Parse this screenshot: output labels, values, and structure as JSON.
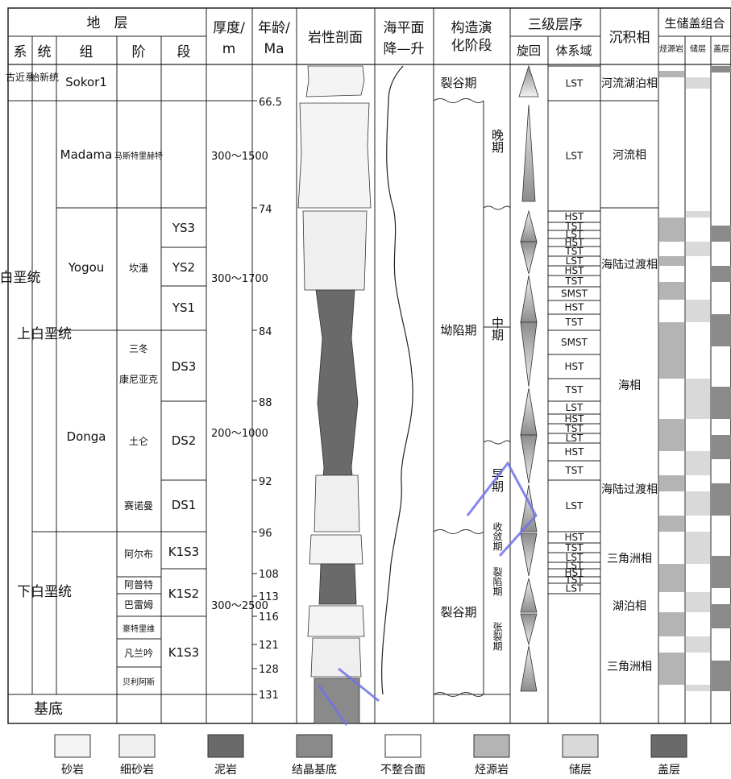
{
  "headers": {
    "strata": "地　层",
    "system": "系",
    "series": "统",
    "formation": "组",
    "stage": "阶",
    "member": "段",
    "thickness_line1": "厚度/",
    "thickness_line2": "m",
    "age_line1": "年龄/",
    "age_line2": "Ma",
    "lithology": "岩性剖面",
    "sea_level_line1": "海平面",
    "sea_level_line2": "降—升",
    "tectonic_line1": "构造演",
    "tectonic_line2": "化阶段",
    "sequence": "三级层序",
    "cycle": "旋回",
    "systems_tract": "体系域",
    "facies": "沉积相",
    "srs": "生储盖组合",
    "srs_source": "烃源岩",
    "srs_reservoir": "储层",
    "srs_seal": "盖层"
  },
  "systems": [
    "古近系",
    "白垩统"
  ],
  "series": [
    "始新统",
    "上白垩统",
    "下白垩统"
  ],
  "basement": "基底",
  "formations": [
    "Sokor1",
    "Madama",
    "Yogou",
    "Donga"
  ],
  "stages": [
    "马斯特里赫特",
    "坎潘",
    "三冬",
    "康尼亚克",
    "土仑",
    "赛诺曼",
    "阿尔布",
    "阿普特",
    "巴雷姆",
    "豪特里维",
    "凡兰吟",
    "贝利阿斯"
  ],
  "members": [
    "YS3",
    "YS2",
    "YS1",
    "DS3",
    "DS2",
    "DS1",
    "K1S3",
    "K1S2",
    "K1S3"
  ],
  "thickness": [
    "300～1500",
    "300～1700",
    "200～1000",
    "300～2500"
  ],
  "ages": [
    "66.5",
    "74",
    "84",
    "88",
    "92",
    "96",
    "108",
    "113",
    "116",
    "121",
    "128",
    "131"
  ],
  "tectonic_stages": [
    "裂谷期",
    "坳陷期",
    "裂谷期"
  ],
  "sub_stages": [
    "晚期",
    "中期",
    "早期",
    "收敛期",
    "裂陷期",
    "张裂期"
  ],
  "systems_tracts": [
    "LST",
    "LST",
    "HST",
    "TST",
    "LST",
    "HST",
    "TST",
    "LST",
    "HST",
    "TST",
    "SMST",
    "HST",
    "TST",
    "SMST",
    "HST",
    "TST",
    "LST",
    "HST",
    "TST",
    "LST",
    "HST",
    "TST",
    "LST",
    "HST",
    "TST",
    "LST",
    "LST",
    "HST",
    "TST",
    "LST"
  ],
  "facies": [
    "河流湖泊相",
    "河流相",
    "海陆过渡相",
    "海相",
    "海陆过渡相",
    "三角洲相",
    "湖泊相",
    "三角洲相"
  ],
  "legend": [
    "砂岩",
    "细砂岩",
    "泥岩",
    "结晶基底",
    "不整合面",
    "烃源岩",
    "储层",
    "盖层"
  ],
  "colors": {
    "line": "#222222",
    "mudstone": "#6a6a6a",
    "sand": "#f4f4f4",
    "source": "#b4b4b4",
    "reservoir": "#d9d9d9",
    "seal": "#8a8a8a",
    "watermark": "#6f72e8"
  }
}
